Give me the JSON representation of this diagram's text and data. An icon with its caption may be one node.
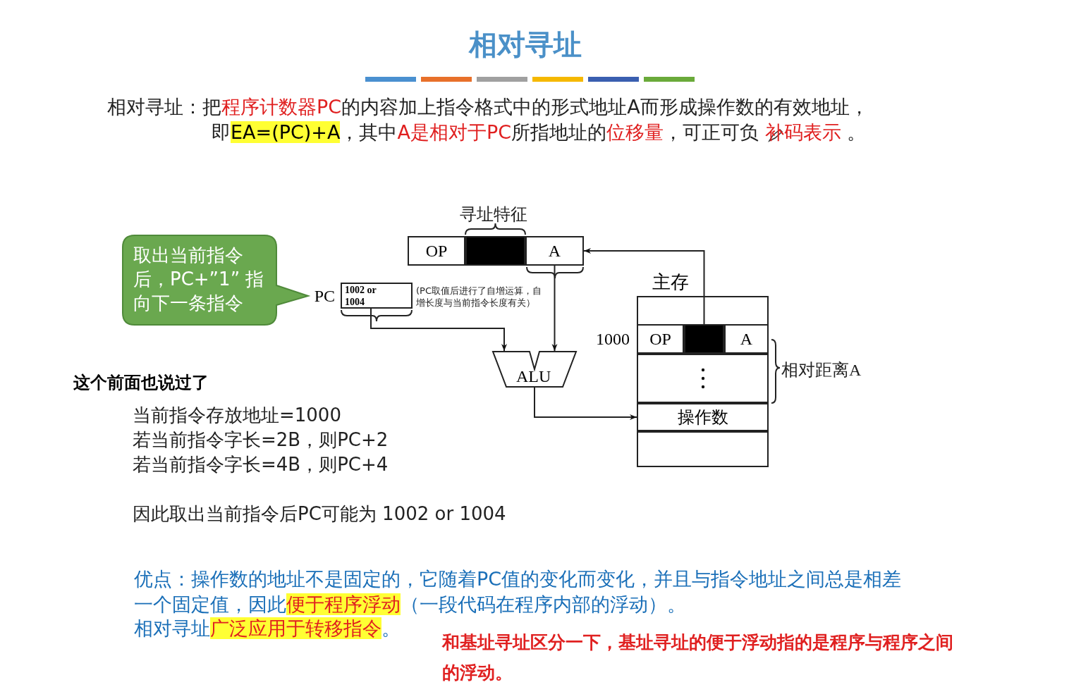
{
  "diagram": {
    "title": "相对寻址",
    "nodes": [
      {
        "text": [
          "取出当前指令后，PC+”1” 指向下一条指令"
        ]
      },
      {
        "text": [
          "1002 or 1004"
        ],
        "beside": [
          "PC"
        ]
      },
      {
        "text": [
          "OP"
        ]
      },
      {
        "text": [],
        "shape": "box"
      },
      {
        "text": [
          "A"
        ]
      },
      {
        "text": [
          "ALU"
        ]
      },
      {
        "text": [
          "主存"
        ]
      },
      {
        "text": [
          "OP"
        ],
        "in": 6,
        "beside": [
          "1000"
        ]
      },
      {
        "text": [],
        "shape": "box",
        "in": 6
      },
      {
        "text": [
          "A"
        ],
        "in": 6
      },
      {
        "text": [],
        "shape": "box",
        "in": 6
      },
      {
        "text": [
          "操作数"
        ],
        "in": 6
      },
      {
        "text": [],
        "shape": "box",
        "in": 6
      }
    ],
    "edges": [
      {
        "from": 8,
        "to": 4,
        "arrow": "to"
      },
      {
        "from": 1,
        "to": 5,
        "arrow": "to"
      },
      {
        "from": 4,
        "to": 5,
        "arrow": "to"
      },
      {
        "from": 5,
        "to": 11,
        "arrow": "to"
      }
    ],
    "labels": [
      "相对寻址：把**程序计数器PC**的内容加上指令格式中的形式地址A而形成操作数的有效地址，",
      "即**EA=(PC)+A**，其中**A是相对于PC**所指地址的**位移量**，可正可负 **补码表示** 。",
      "寻址特征",
      "(PC取值后进行了自增运算，自增长度与当前指令长度有关）",
      "相对距离A",
      "这个前面也说过了",
      "当前指令存放地址=1000",
      "若当前指令字长=2B，则PC+2",
      "若当前指令字长=4B，则PC+4",
      "因此取出当前指令后PC可能为 1002 or 1004",
      "优点：操作数的地址不是固定的，它随着PC值的变化而变化，并且与指令地址之间总是相差一个固定值，因此**便于程序浮动**（一段代码在程序内部的浮动）。",
      "相对寻址**广泛应用于转移指令**。",
      "和基址寻址区分一下，基址寻址的便于浮动指的是程序与程序之间的浮动。"
    ]
  }
}
